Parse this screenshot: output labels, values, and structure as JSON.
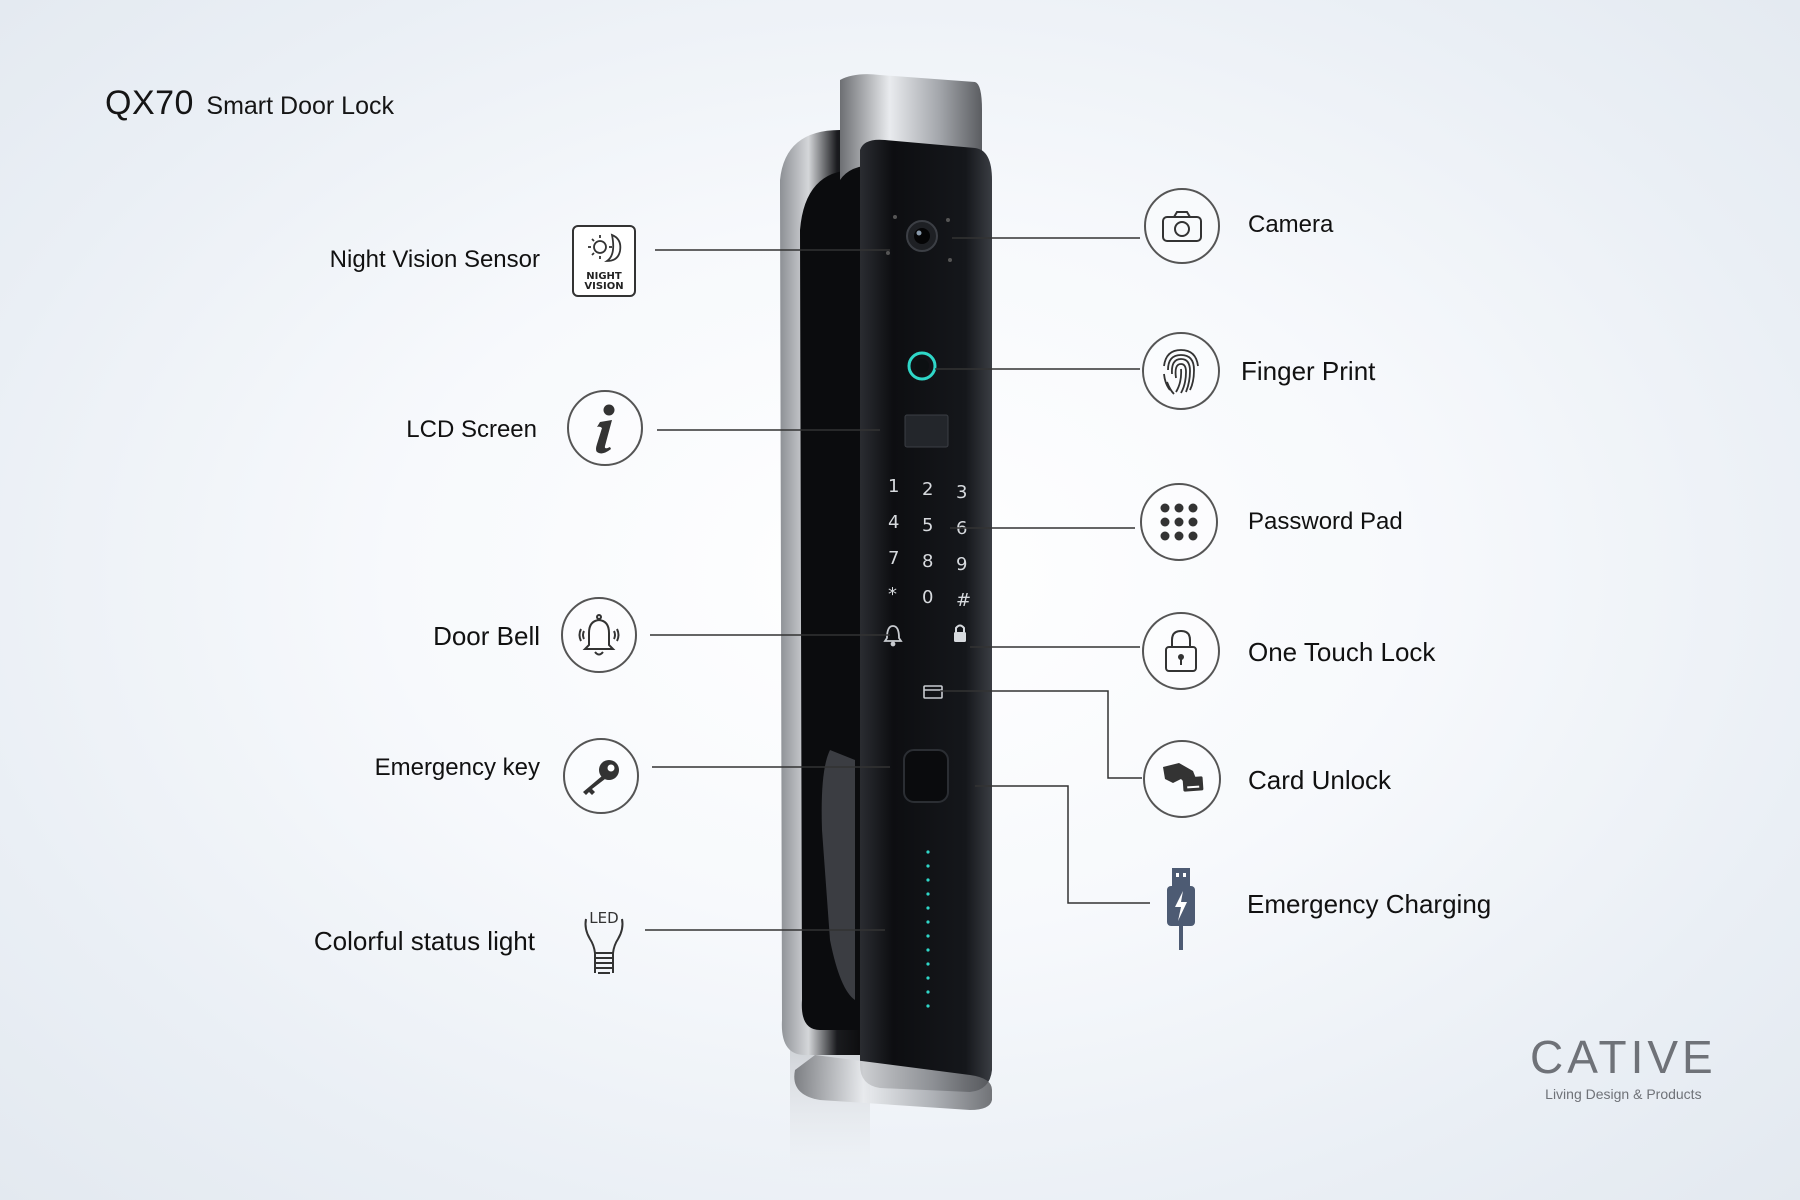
{
  "title": {
    "model": "QX70",
    "subtitle": "Smart Door Lock"
  },
  "features": {
    "night_vision": {
      "label": "Night Vision Sensor",
      "badge": "NIGHT\nVISION",
      "icon": "night-vision-icon"
    },
    "lcd": {
      "label": "LCD Screen",
      "icon": "info-icon"
    },
    "doorbell": {
      "label": "Door Bell",
      "icon": "bell-icon"
    },
    "emergency_key": {
      "label": "Emergency key",
      "icon": "key-icon"
    },
    "status_light": {
      "label": "Colorful status light",
      "badge": "LED",
      "icon": "led-bulb-icon"
    },
    "camera": {
      "label": "Camera",
      "icon": "camera-icon"
    },
    "fingerprint": {
      "label": "Finger Print",
      "icon": "fingerprint-icon"
    },
    "password_pad": {
      "label": "Password Pad",
      "icon": "keypad-icon"
    },
    "one_touch_lock": {
      "label": "One Touch Lock",
      "icon": "padlock-icon"
    },
    "card_unlock": {
      "label": "Card Unlock",
      "icon": "card-hand-icon"
    },
    "charging": {
      "label": "Emergency Charging",
      "icon": "usb-charging-icon"
    }
  },
  "device": {
    "keypad_keys": [
      "1",
      "2",
      "3",
      "4",
      "5",
      "6",
      "7",
      "8",
      "9",
      "*",
      "0",
      "#"
    ]
  },
  "brand": {
    "name": "CATIVE",
    "tagline": "Living Design & Products"
  },
  "colors": {
    "line": "#333333",
    "icon_stroke": "#555555",
    "led": "#2fd7c8",
    "device_body": "#111317",
    "usb_accent": "#4d5b73"
  }
}
